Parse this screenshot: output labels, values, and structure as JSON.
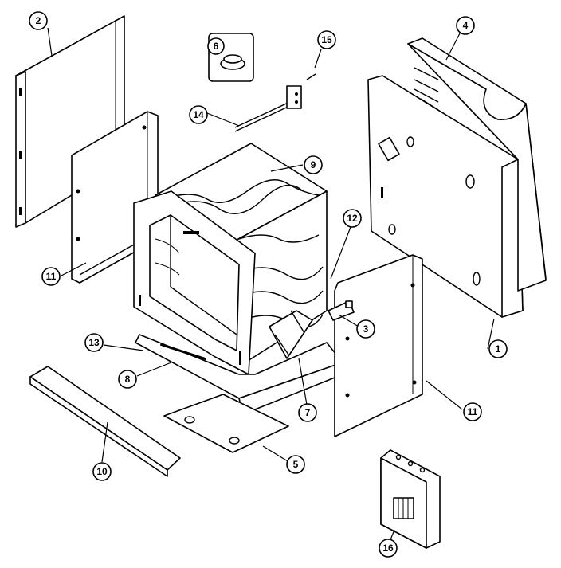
{
  "callouts": [
    {
      "id": "c1",
      "label": "1"
    },
    {
      "id": "c2",
      "label": "2"
    },
    {
      "id": "c3",
      "label": "3"
    },
    {
      "id": "c4",
      "label": "4"
    },
    {
      "id": "c5",
      "label": "5"
    },
    {
      "id": "c6",
      "label": "6"
    },
    {
      "id": "c7",
      "label": "7"
    },
    {
      "id": "c8",
      "label": "8"
    },
    {
      "id": "c9",
      "label": "9"
    },
    {
      "id": "c10",
      "label": "10"
    },
    {
      "id": "c11a",
      "label": "11"
    },
    {
      "id": "c11b",
      "label": "11"
    },
    {
      "id": "c12",
      "label": "12"
    },
    {
      "id": "c13",
      "label": "13"
    },
    {
      "id": "c14",
      "label": "14"
    },
    {
      "id": "c15",
      "label": "15"
    },
    {
      "id": "c16",
      "label": "16"
    }
  ]
}
